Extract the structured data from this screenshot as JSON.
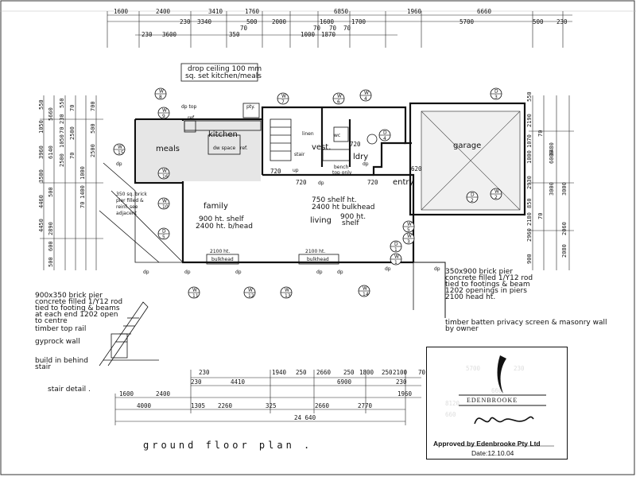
{
  "drawing": {
    "title": "ground floor plan .",
    "stair_detail": "stair detail .",
    "dims_top_row1": [
      "1600",
      "2400",
      "3410",
      "1760",
      "6850",
      "1960",
      "6660"
    ],
    "dims_top_row2": [
      "230",
      "3340",
      "500",
      "2000",
      "1600",
      "1700",
      "5700",
      "500",
      "230"
    ],
    "dims_top_row3": [
      "230",
      "3600",
      "350",
      "1000",
      "1870"
    ],
    "dims_top_small": [
      "70",
      "70",
      "70",
      "70"
    ],
    "dims_bottom_row1": [
      "230",
      "1940",
      "250",
      "2660",
      "250",
      "1800",
      "250",
      "2100",
      "70"
    ],
    "dims_bottom_row2": [
      "230",
      "4410",
      "6900",
      "230"
    ],
    "dims_bottom_row3": [
      "1600",
      "2400",
      "1960"
    ],
    "dims_bottom_row4": [
      "4000",
      "1305",
      "2260",
      "325",
      "2660",
      "2770"
    ],
    "dims_bottom_total": "24 640",
    "dims_right_stamp": [
      "5700",
      "230",
      "660",
      "8120",
      "660"
    ],
    "dims_left": [
      "550",
      "1050",
      "3960",
      "3500",
      "4460",
      "4450",
      "5660",
      "6140",
      "500",
      "2890",
      "600",
      "500"
    ],
    "dims_left_inner": [
      "550",
      "230",
      "70",
      "1050",
      "2500",
      "70",
      "2500",
      "70",
      "1000",
      "1400",
      "70",
      "700",
      "500",
      "2500"
    ],
    "dims_right": [
      "550",
      "2190",
      "1070",
      "1000",
      "2930",
      "850",
      "2180",
      "2960",
      "900",
      "3480",
      "3000",
      "6000",
      "2060",
      "2080",
      "3000",
      "70",
      "70"
    ],
    "rooms": {
      "meals": "meals",
      "kitchen": "kitchen",
      "family": "family",
      "living": "living",
      "garage": "garage",
      "vest": "vest.",
      "ldry": "ldry",
      "entry": "entry",
      "wc": "wc",
      "linen": "linen",
      "ref": "ref.",
      "pty": "pty.",
      "dw_space": "dw space",
      "ref_label": "ref.",
      "up": "up",
      "stair_label": "stair"
    },
    "notes": {
      "drop_ceiling_1": "drop ceiling 100 mm",
      "drop_ceiling_2": "sq. set kitchen/meals",
      "dp_top": "dp  top",
      "pier_1": "350 sq. brick",
      "pier_2": "pier filled &",
      "pier_3": "reinf. see",
      "pier_4": "adjacent",
      "family_shelf_1": "900 ht. shelf",
      "family_shelf_2": "2400 ht. b/head",
      "living_shelf_1": "750 shelf ht.",
      "living_shelf_2": "2400 ht bulkhead",
      "living_shelf_3": "900 ht.",
      "living_shelf_4": "shelf",
      "bench_1": "bench",
      "bench_2": "top only",
      "ht720": "720",
      "ht720b": "720",
      "ht720c": "720",
      "ht720d": "720",
      "ht620": "620",
      "bh1_a": "2100 ht.",
      "bh1_b": "bulkhead",
      "bh2_a": "2100 ht.",
      "bh2_b": "bulkhead",
      "brick_pier_1": "350x900 brick pier",
      "brick_pier_2": "concrete filled 1/Y12 rod",
      "brick_pier_3": "tied to footings & beam",
      "brick_pier_4": "1202 openings in piers",
      "brick_pier_5": "2100 head ht.",
      "left_pier_1": "900x350 brick pier",
      "left_pier_2": "concrete filled 1/Y12 rod",
      "left_pier_3": "tied to footing & beams",
      "left_pier_4": "at each end 1202 open",
      "left_pier_5": "to centre",
      "timber_rail": "timber top rail",
      "gyprock": "gyprock wall",
      "build_in_1": "build in behind",
      "build_in_2": "stair",
      "timber_batten_1": "timber batten privacy screen & masonry wall",
      "timber_batten_2": "by owner"
    },
    "window_marks": [
      "W 8",
      "W 9",
      "W 7",
      "W 6",
      "W 4",
      "D 3",
      "W 10",
      "D 5",
      "W 11",
      "W 12",
      "W 13",
      "W 14",
      "W 5",
      "W 3",
      "D 1",
      "D 2",
      "W 2",
      "W 1",
      "W 15",
      "D 4",
      "W 16"
    ],
    "dp_labels": [
      "dp",
      "dp",
      "dp",
      "dp",
      "dp",
      "dp",
      "dp",
      "dp",
      "dp",
      "dp"
    ]
  },
  "stamp": {
    "logo_text": "EDENBROOKE",
    "approved": "Approved by Edenbrooke Pty Ltd",
    "date": "Date:12.10.04",
    "signature": "Alexander"
  }
}
